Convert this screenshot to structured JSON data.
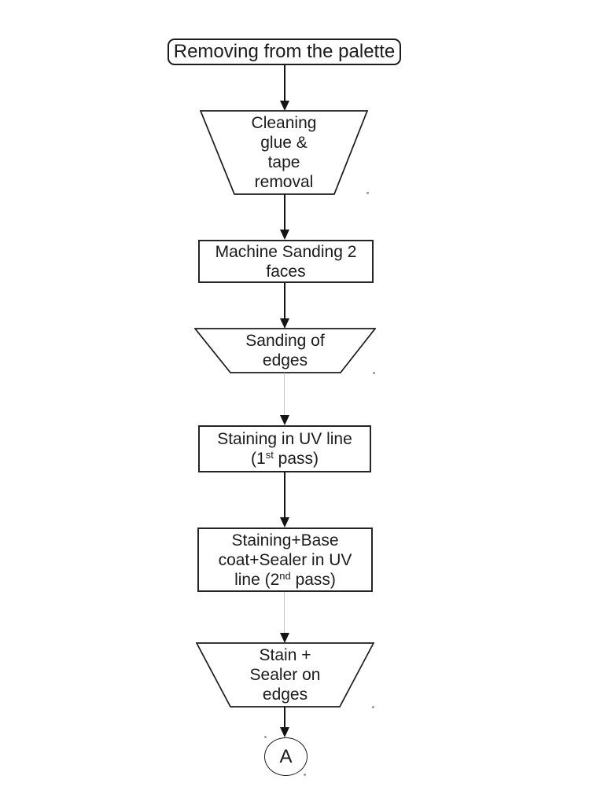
{
  "flowchart": {
    "colors": {
      "background": "#ffffff",
      "stroke": "#1c1c1c",
      "text": "#1b1b1b",
      "faint_connector": "#c4c4c4"
    },
    "nodes": {
      "start": {
        "shape": "rounded-rectangle",
        "label": "Removing from the palette"
      },
      "cleaning": {
        "shape": "trapezoid",
        "lines": [
          "Cleaning",
          "glue &",
          "tape",
          "removal"
        ]
      },
      "machine_sanding": {
        "shape": "rectangle",
        "lines": [
          "Machine Sanding 2",
          "faces"
        ]
      },
      "sanding_edges": {
        "shape": "trapezoid",
        "lines": [
          "Sanding of",
          "edges"
        ]
      },
      "staining_first_pass": {
        "shape": "rectangle",
        "line1": "Staining in UV line",
        "line2_pre": "(1",
        "line2_sup": "st",
        "line2_post": " pass)"
      },
      "staining_second_pass": {
        "shape": "rectangle",
        "line1": "Staining+Base",
        "line2": "coat+Sealer in UV",
        "line3_pre": "line (2",
        "line3_sup": "nd",
        "line3_post": " pass)"
      },
      "stain_sealer_edges": {
        "shape": "trapezoid",
        "lines": [
          "Stain +",
          "Sealer on",
          "edges"
        ]
      },
      "connector_a": {
        "shape": "circle",
        "label": "A"
      }
    }
  }
}
